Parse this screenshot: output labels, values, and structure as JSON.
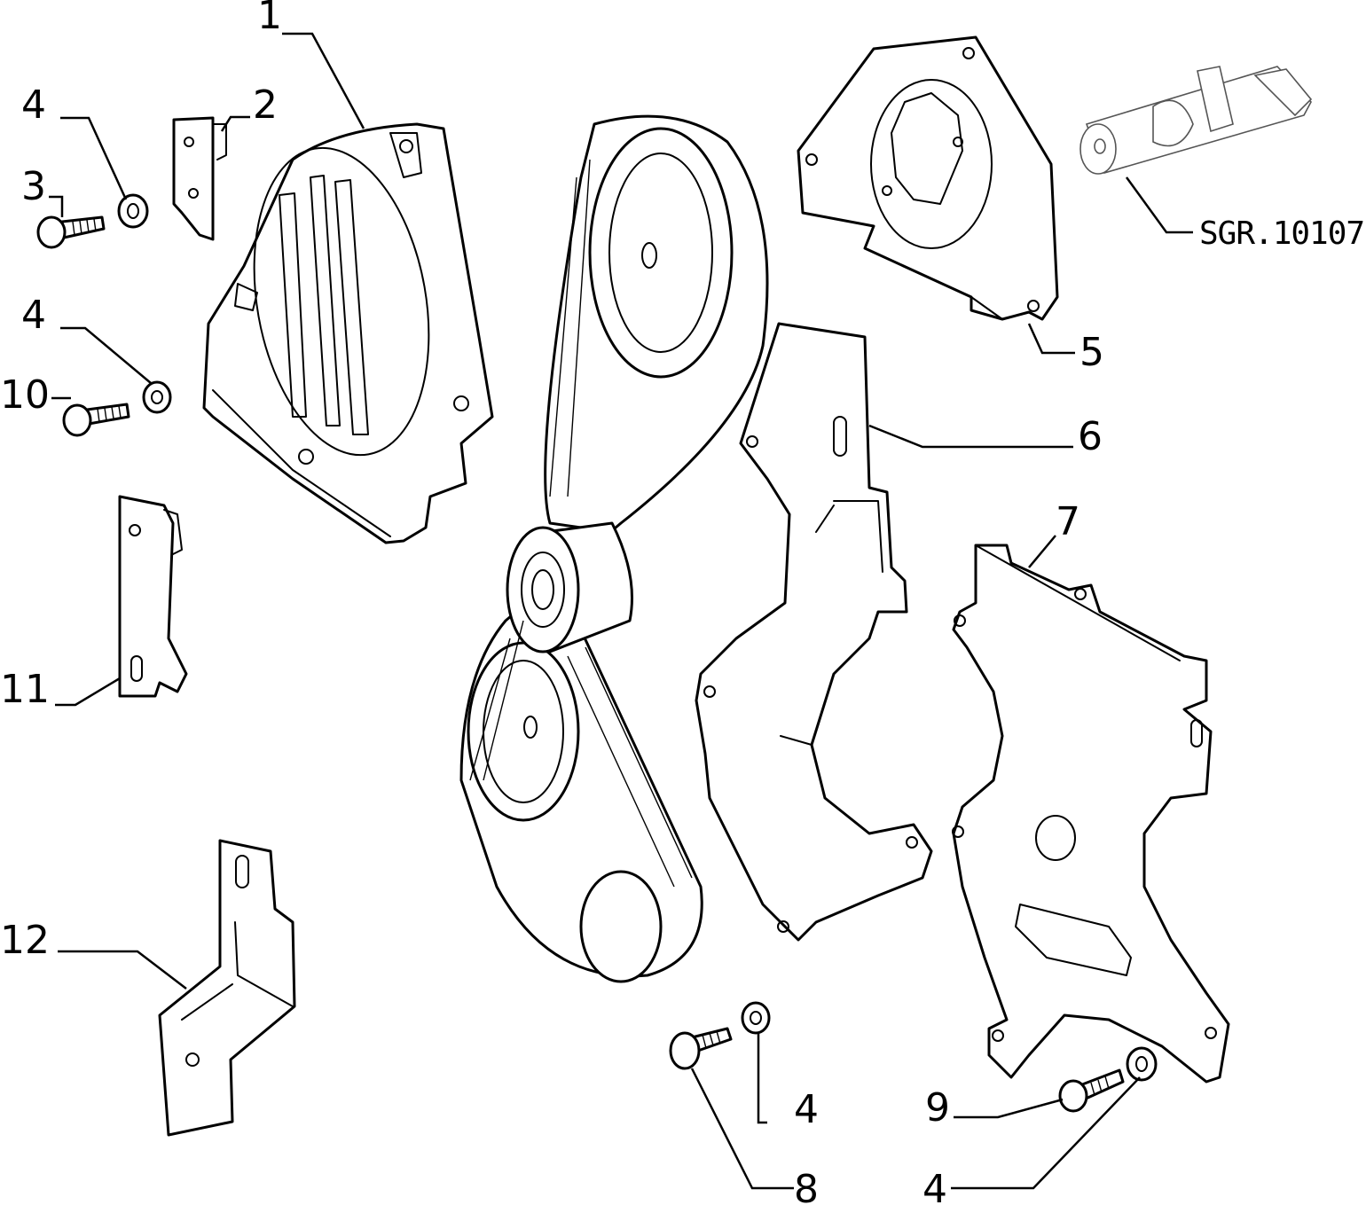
{
  "callouts": [
    {
      "id": "c1",
      "label": "1"
    },
    {
      "id": "c2",
      "label": "2"
    },
    {
      "id": "c3",
      "label": "3"
    },
    {
      "id": "c4a",
      "label": "4"
    },
    {
      "id": "c4b",
      "label": "4"
    },
    {
      "id": "c4c",
      "label": "4"
    },
    {
      "id": "c4d",
      "label": "4"
    },
    {
      "id": "c5",
      "label": "5"
    },
    {
      "id": "c6",
      "label": "6"
    },
    {
      "id": "c7",
      "label": "7"
    },
    {
      "id": "c8",
      "label": "8"
    },
    {
      "id": "c9",
      "label": "9"
    },
    {
      "id": "c10",
      "label": "10"
    },
    {
      "id": "c11",
      "label": "11"
    },
    {
      "id": "c12",
      "label": "12"
    }
  ],
  "reference_code": "SGR.10107"
}
